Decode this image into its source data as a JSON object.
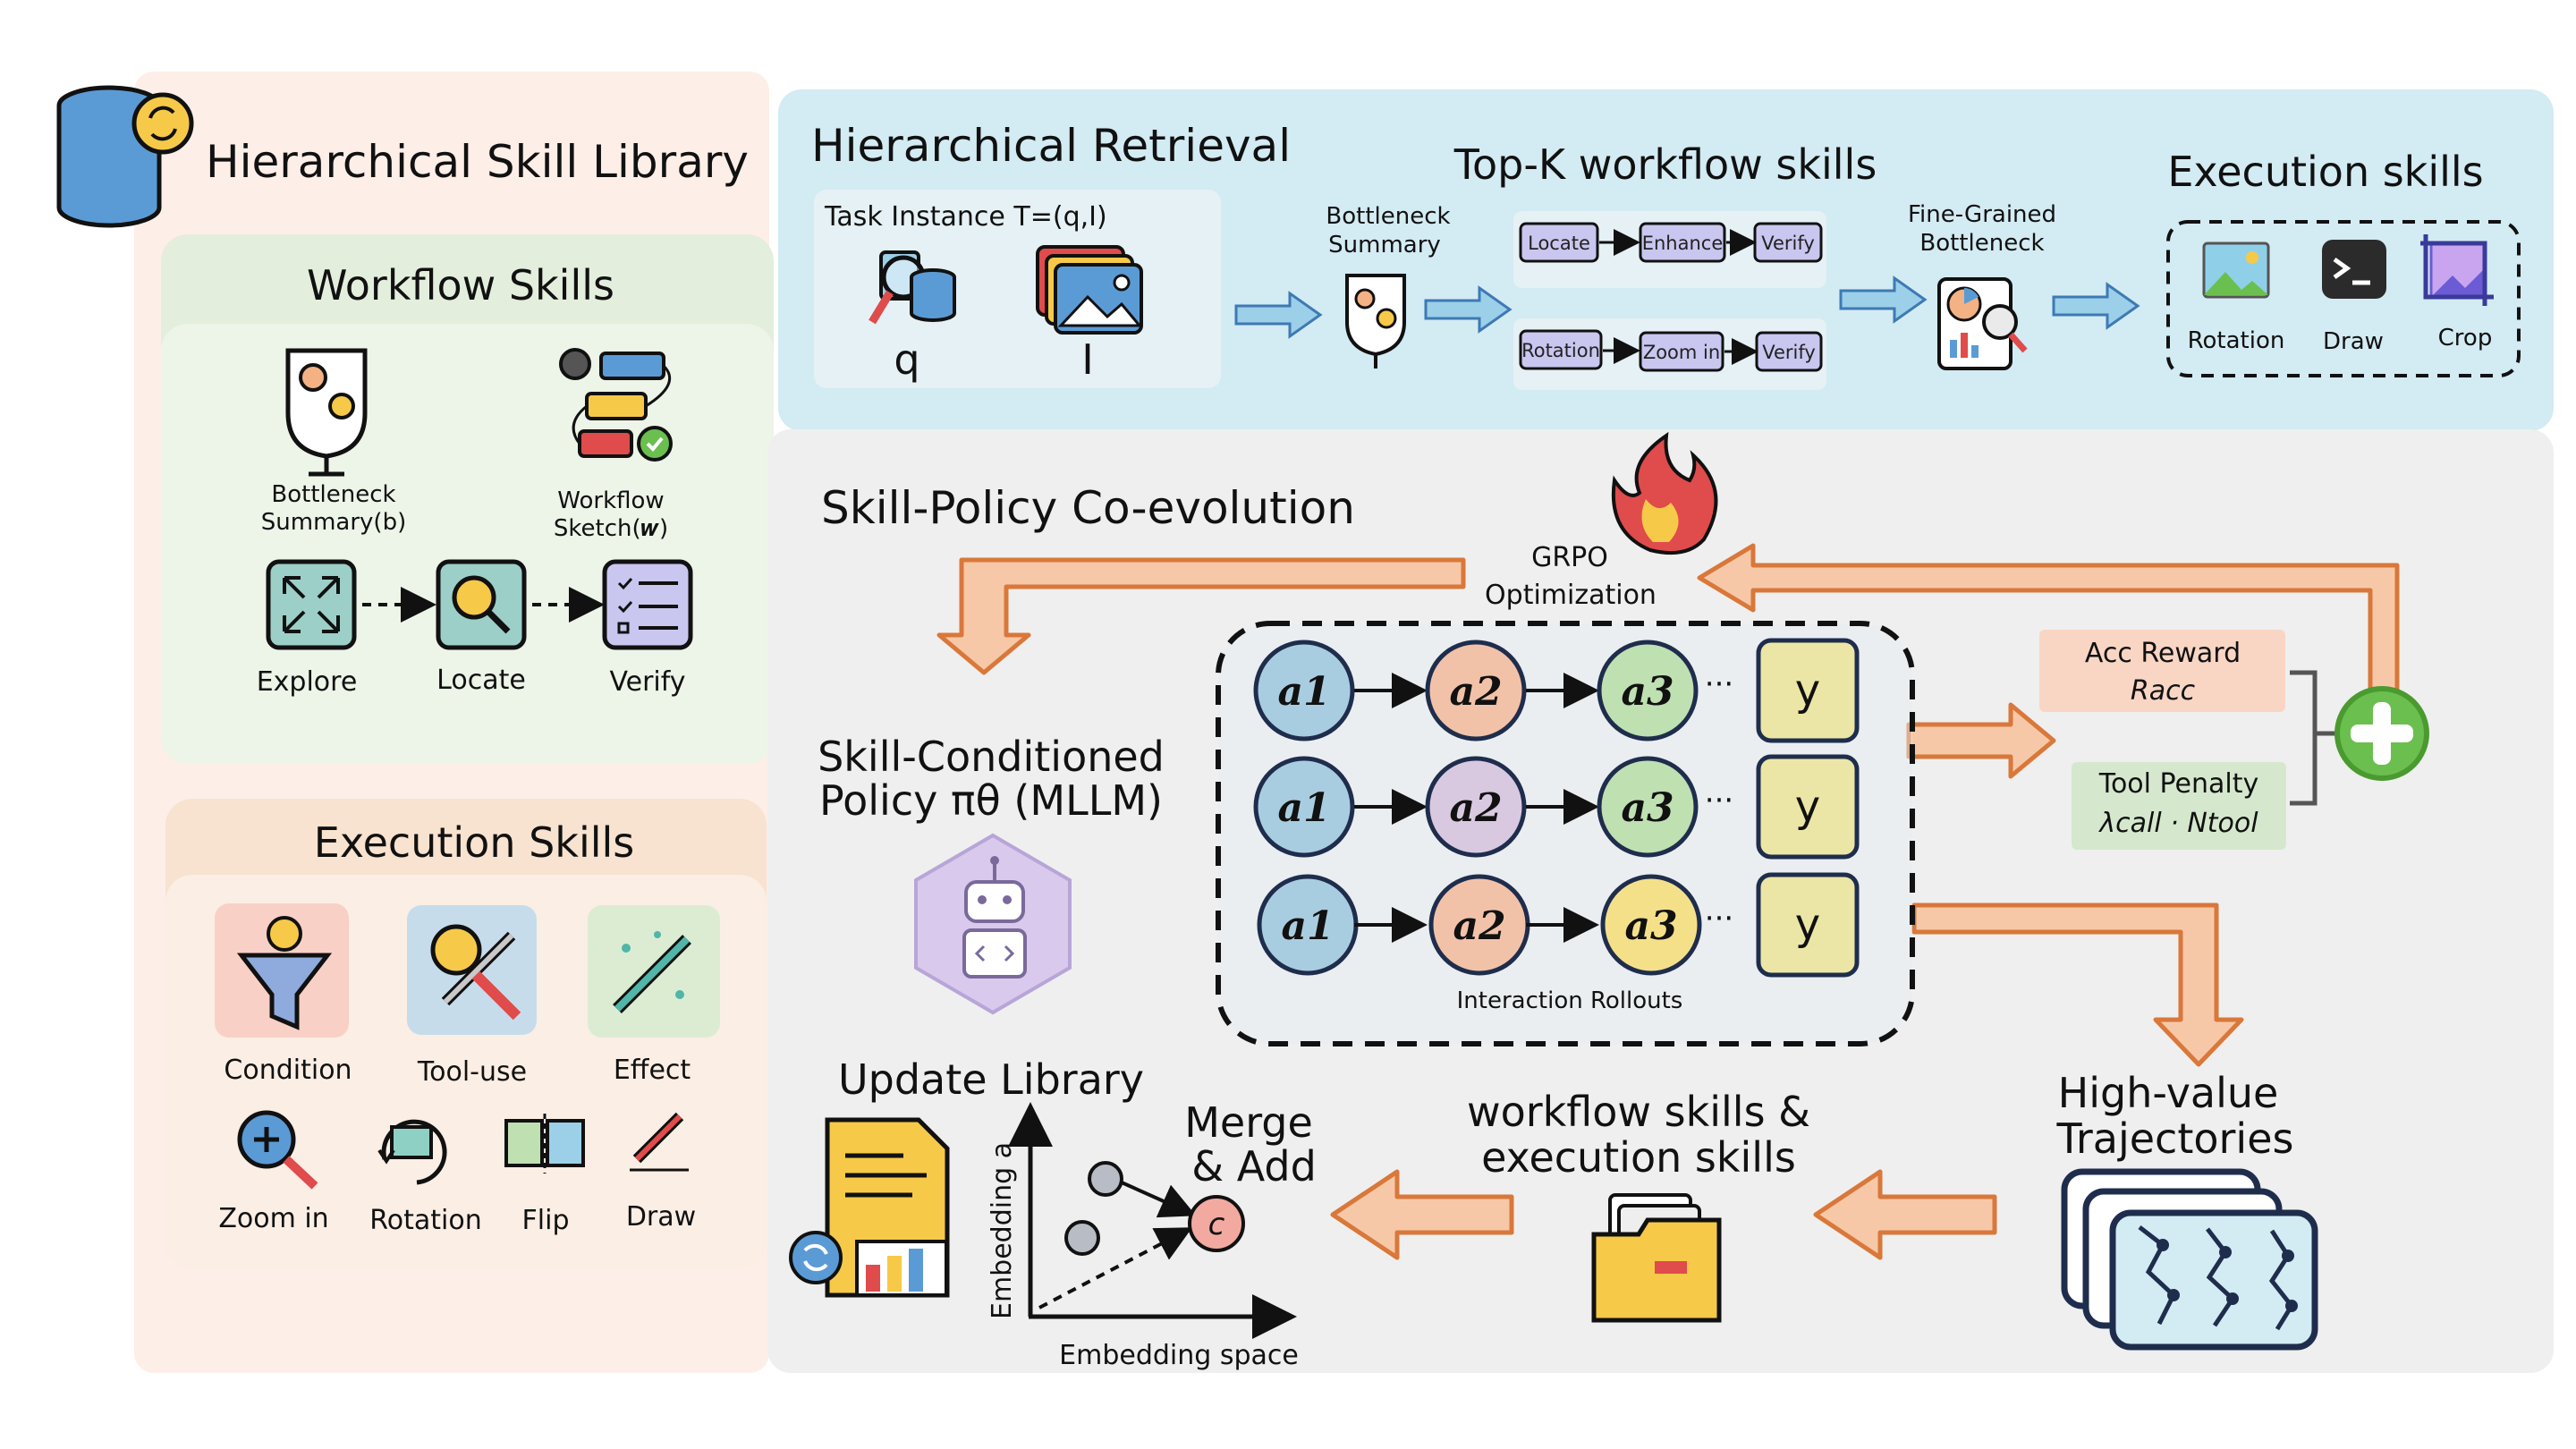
{
  "library": {
    "title": "Hierarchical Skill Library",
    "workflow": {
      "title": "Workflow Skills",
      "bottleneck_label_1": "Bottleneck",
      "bottleneck_label_2": "Summary(b)",
      "sketch_label_1": "Workflow",
      "sketch_label_2": "Sketch(𝒘)",
      "steps": [
        "Explore",
        "Locate",
        "Verify"
      ]
    },
    "execution": {
      "title": "Execution Skills",
      "row1": [
        "Condition",
        "Tool-use",
        "Effect"
      ],
      "row2": [
        "Zoom in",
        "Rotation",
        "Flip",
        "Draw"
      ]
    }
  },
  "retrieval": {
    "title": "Hierarchical Retrieval",
    "task_instance": "Task Instance T=(q,I)",
    "q_label": "q",
    "i_label": "I",
    "bottleneck_1": "Bottleneck",
    "bottleneck_2": "Summary",
    "topk_title": "Top-K workflow skills",
    "chain1": [
      "Locate",
      "Enhance",
      "Verify"
    ],
    "chain2": [
      "Rotation",
      "Zoom in",
      "Verify"
    ],
    "fine_1": "Fine-Grained",
    "fine_2": "Bottleneck",
    "exec_title": "Execution skills",
    "exec_items": [
      "Rotation",
      "Draw",
      "Crop"
    ]
  },
  "coevolution": {
    "title": "Skill-Policy Co-evolution",
    "grpo_1": "GRPO",
    "grpo_2": "Optimization",
    "policy_1": "Skill-Conditioned",
    "policy_2": "Policy πθ (MLLM)",
    "rollouts_label": "Interaction Rollouts",
    "node_a1": "a1",
    "node_a2": "a2",
    "node_a3": "a3",
    "node_y": "y",
    "dots": "···",
    "acc_reward": "Acc Reward",
    "acc_symbol": "Racc",
    "tool_penalty": "Tool Penalty",
    "tool_symbol": "λcall · Ntool",
    "high_value_1": "High-value",
    "high_value_2": "Trajectories",
    "skills_1": "workflow skills &",
    "skills_2": "execution skills",
    "update_title": "Update Library",
    "merge_1": "Merge",
    "merge_2": "& Add",
    "merge_node": "c",
    "y_axis": "Embedding a",
    "x_axis": "Embedding space"
  },
  "colors": {
    "library_bg": "#fdeee8",
    "workflow_bg": "#e3eedd",
    "execution_bg": "#f8e2d0",
    "retrieval_bg": "#d3ebf3",
    "coevo_bg": "#efefef",
    "orange_arrow": "#d9783a",
    "blue_arrow": "#5b9bd5",
    "node_a1": "#a9cde0",
    "node_a2": "#f2c2a8",
    "node_a3": "#bfe0b1",
    "node_y": "#ece6a6"
  }
}
